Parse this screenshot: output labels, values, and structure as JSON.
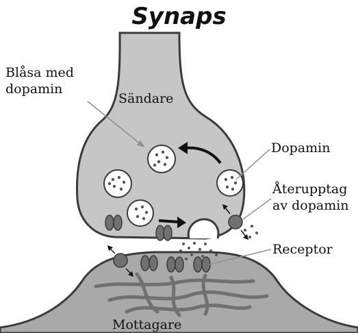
{
  "title": "Synaps",
  "labels": {
    "vesicle": [
      "Blåsa med",
      "dopamin"
    ],
    "sender": "Sändare",
    "dopamine": "Dopamin",
    "reuptake": [
      "Återupptag",
      "av dopamin"
    ],
    "receptor": "Receptor",
    "receiver": "Mottagare"
  },
  "colors": {
    "sender_fill": "#c6c6c6",
    "receiver_fill": "#a9a9a9",
    "outline": "#3a3a3a",
    "protein": "#707070",
    "vesicle_fill": "#ffffff",
    "dot": "#555555",
    "leader_line": "#8f8f8f"
  }
}
